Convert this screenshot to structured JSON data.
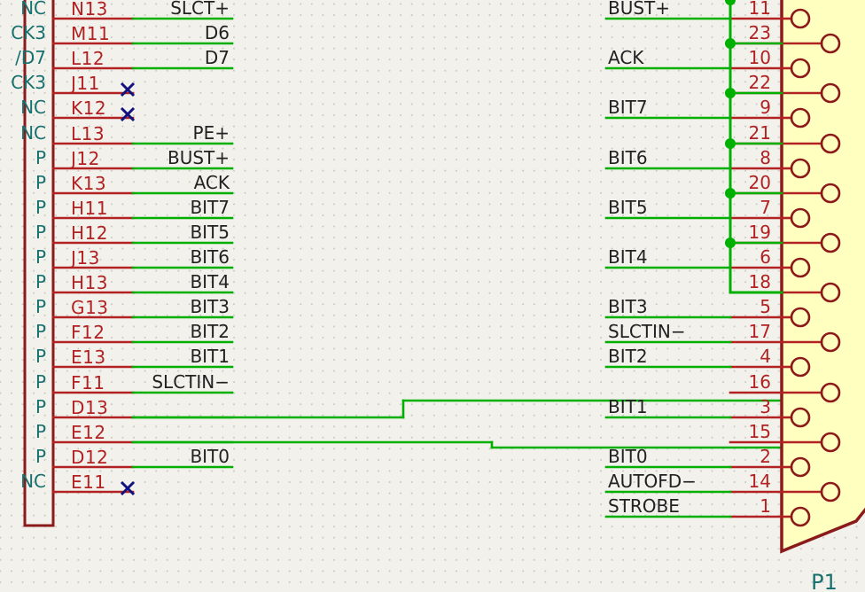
{
  "sheet": {
    "background": "#f2f1ec",
    "grid_color": "#787670",
    "wire_color": "#00b000",
    "pin_color": "#b22222",
    "body_fill": "#ffffc0",
    "body_outline": "#8b1a1a",
    "label_color": "#222222",
    "name_color": "#16706e",
    "nc_marker_color": "#12127e"
  },
  "left_component": {
    "name": "left-ic",
    "rows": [
      {
        "pin_name": "NC",
        "pin_num": "N13",
        "net": "SLCT+",
        "connected": true,
        "nc": false
      },
      {
        "pin_name": "CK3",
        "pin_num": "M11",
        "net": "D6",
        "connected": true,
        "nc": false
      },
      {
        "pin_name": "/D7",
        "pin_num": "L12",
        "net": "D7",
        "connected": true,
        "nc": false
      },
      {
        "pin_name": "CK3",
        "pin_num": "J11",
        "net": "",
        "connected": false,
        "nc": true
      },
      {
        "pin_name": "NC",
        "pin_num": "K12",
        "net": "",
        "connected": false,
        "nc": true
      },
      {
        "pin_name": "NC",
        "pin_num": "L13",
        "net": "PE+",
        "connected": true,
        "nc": false
      },
      {
        "pin_name": "P",
        "pin_num": "J12",
        "net": "BUST+",
        "connected": true,
        "nc": false
      },
      {
        "pin_name": "P",
        "pin_num": "K13",
        "net": "ACK",
        "connected": true,
        "nc": false
      },
      {
        "pin_name": "P",
        "pin_num": "H11",
        "net": "BIT7",
        "connected": true,
        "nc": false
      },
      {
        "pin_name": "P",
        "pin_num": "H12",
        "net": "BIT5",
        "connected": true,
        "nc": false
      },
      {
        "pin_name": "P",
        "pin_num": "J13",
        "net": "BIT6",
        "connected": true,
        "nc": false
      },
      {
        "pin_name": "P",
        "pin_num": "H13",
        "net": "BIT4",
        "connected": true,
        "nc": false
      },
      {
        "pin_name": "P",
        "pin_num": "G13",
        "net": "BIT3",
        "connected": true,
        "nc": false
      },
      {
        "pin_name": "P",
        "pin_num": "F12",
        "net": "BIT2",
        "connected": true,
        "nc": false
      },
      {
        "pin_name": "P",
        "pin_num": "E13",
        "net": "BIT1",
        "connected": true,
        "nc": false
      },
      {
        "pin_name": "P",
        "pin_num": "F11",
        "net": "SLCTIN−",
        "connected": true,
        "nc": false
      },
      {
        "pin_name": "P",
        "pin_num": "D13",
        "net": "",
        "connected": true,
        "nc": false
      },
      {
        "pin_name": "P",
        "pin_num": "E12",
        "net": "",
        "connected": true,
        "nc": false
      },
      {
        "pin_name": "P",
        "pin_num": "D12",
        "net": "BIT0",
        "connected": true,
        "nc": false
      },
      {
        "pin_name": "NC",
        "pin_num": "E11",
        "net": "",
        "connected": false,
        "nc": true
      }
    ]
  },
  "connector": {
    "refdes": "P1",
    "rows": [
      {
        "pin_num": "11",
        "net": "BUST+",
        "junction": false
      },
      {
        "pin_num": "23",
        "net": "",
        "junction": true
      },
      {
        "pin_num": "10",
        "net": "ACK",
        "junction": false
      },
      {
        "pin_num": "22",
        "net": "",
        "junction": true
      },
      {
        "pin_num": "9",
        "net": "BIT7",
        "junction": false
      },
      {
        "pin_num": "21",
        "net": "",
        "junction": true
      },
      {
        "pin_num": "8",
        "net": "BIT6",
        "junction": false
      },
      {
        "pin_num": "20",
        "net": "",
        "junction": true
      },
      {
        "pin_num": "7",
        "net": "BIT5",
        "junction": false
      },
      {
        "pin_num": "19",
        "net": "",
        "junction": true
      },
      {
        "pin_num": "6",
        "net": "BIT4",
        "junction": false
      },
      {
        "pin_num": "18",
        "net": "",
        "junction": false
      },
      {
        "pin_num": "5",
        "net": "BIT3",
        "junction": false
      },
      {
        "pin_num": "17",
        "net": "SLCTIN−",
        "junction": false
      },
      {
        "pin_num": "4",
        "net": "BIT2",
        "junction": false
      },
      {
        "pin_num": "16",
        "net": "",
        "junction": false
      },
      {
        "pin_num": "3",
        "net": "BIT1",
        "junction": false
      },
      {
        "pin_num": "15",
        "net": "",
        "junction": false
      },
      {
        "pin_num": "2",
        "net": "BIT0",
        "junction": false
      },
      {
        "pin_num": "14",
        "net": "AUTOFD−",
        "junction": false
      },
      {
        "pin_num": "1",
        "net": "STROBE",
        "junction": false
      }
    ]
  }
}
